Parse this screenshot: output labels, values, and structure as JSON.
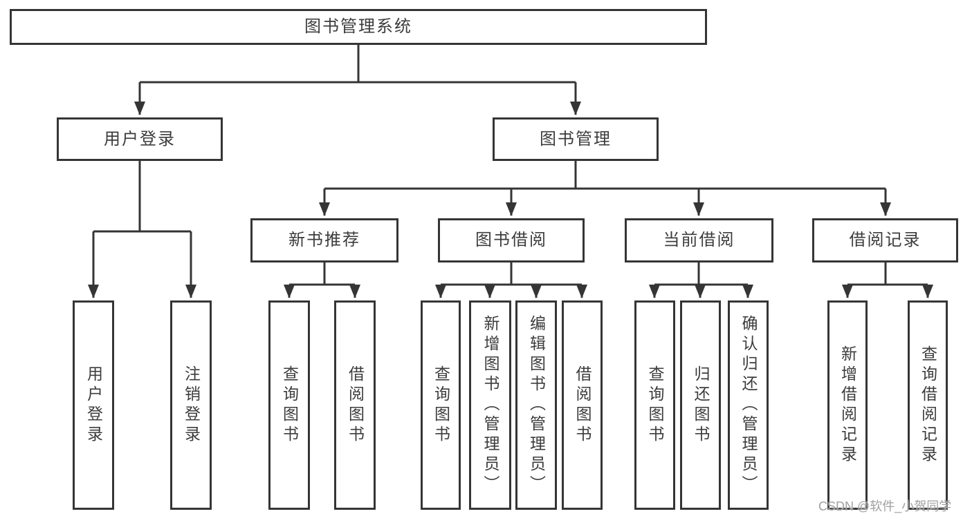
{
  "page": {
    "background_color": "#ffffff",
    "line_color": "#353535",
    "box_border_color": "#353535",
    "text_color": "#3c3c3c",
    "watermark_color": "#a0a0a0"
  },
  "watermark": {
    "text": "CSDN @软件_小贺同学"
  },
  "diagram": {
    "type": "tree",
    "title": "图书管理系统",
    "tree": {
      "label": "图书管理系统",
      "children": [
        {
          "label": "用户登录",
          "children": [
            {
              "label": "用户登录"
            },
            {
              "label": "注销登录"
            }
          ]
        },
        {
          "label": "图书管理",
          "children": [
            {
              "label": "新书推荐",
              "children": [
                {
                  "label": "查询图书"
                },
                {
                  "label": "借阅图书"
                }
              ]
            },
            {
              "label": "图书借阅",
              "children": [
                {
                  "label": "查询图书"
                },
                {
                  "label": "新增图书（管理员）"
                },
                {
                  "label": "编辑图书（管理员）"
                },
                {
                  "label": "借阅图书"
                }
              ]
            },
            {
              "label": "当前借阅",
              "children": [
                {
                  "label": "查询图书"
                },
                {
                  "label": "归还图书"
                },
                {
                  "label": "确认归还（管理员）"
                }
              ]
            },
            {
              "label": "借阅记录",
              "children": [
                {
                  "label": "新增借阅记录"
                },
                {
                  "label": "查询借阅记录"
                }
              ]
            }
          ]
        }
      ]
    }
  }
}
